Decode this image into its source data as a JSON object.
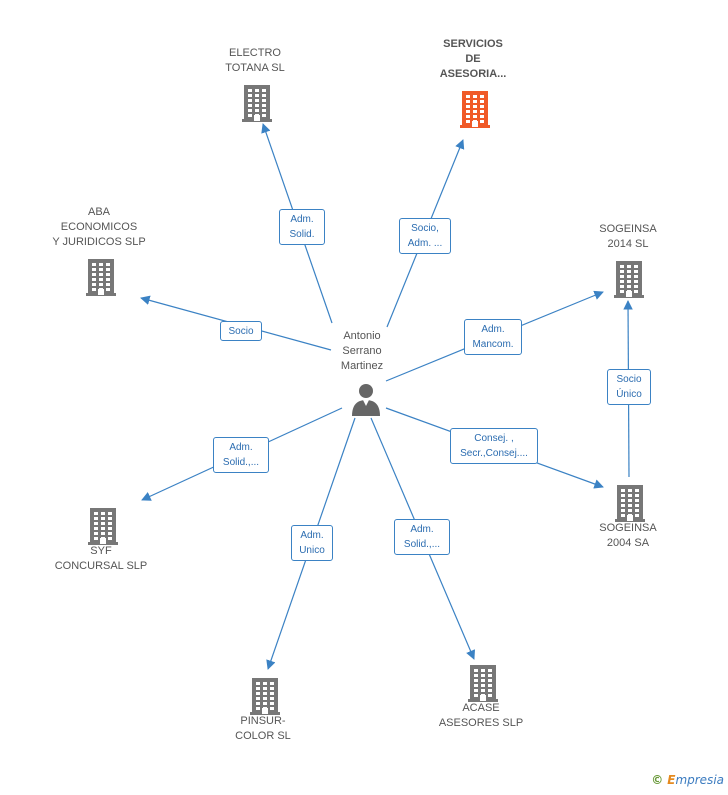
{
  "colors": {
    "edge": "#3b82c4",
    "building": "#777777",
    "building_accent": "#f05a28",
    "person": "#666666"
  },
  "center": {
    "label_lines": [
      "Antonio",
      "Serrano",
      "Martinez"
    ],
    "icon": "person-icon"
  },
  "nodes": [
    {
      "id": "electro",
      "label_lines": [
        "ELECTRO",
        "TOTANA SL"
      ],
      "icon": "building-icon",
      "accent": false
    },
    {
      "id": "servicios",
      "label_lines": [
        "SERVICIOS",
        "DE",
        "ASESORIA..."
      ],
      "icon": "building-icon",
      "accent": true
    },
    {
      "id": "aba",
      "label_lines": [
        "ABA",
        "ECONOMICOS",
        "Y JURIDICOS SLP"
      ],
      "icon": "building-icon",
      "accent": false
    },
    {
      "id": "sog2014",
      "label_lines": [
        "SOGEINSA",
        "2014  SL"
      ],
      "icon": "building-icon",
      "accent": false
    },
    {
      "id": "sog2004",
      "label_lines": [
        "SOGEINSA",
        "2004 SA"
      ],
      "icon": "building-icon",
      "accent": false
    },
    {
      "id": "syf",
      "label_lines": [
        "SYF",
        "CONCURSAL SLP"
      ],
      "icon": "building-icon",
      "accent": false
    },
    {
      "id": "pinsur",
      "label_lines": [
        "PINSUR-",
        "COLOR SL"
      ],
      "icon": "building-icon",
      "accent": false
    },
    {
      "id": "acase",
      "label_lines": [
        "ACASE",
        "ASESORES SLP"
      ],
      "icon": "building-icon",
      "accent": false
    }
  ],
  "edges": [
    {
      "from": "center",
      "to": "electro",
      "label_lines": [
        "Adm.",
        "Solid."
      ]
    },
    {
      "from": "center",
      "to": "servicios",
      "label_lines": [
        "Socio,",
        "Adm. ..."
      ]
    },
    {
      "from": "center",
      "to": "aba",
      "label_lines": [
        "Socio"
      ]
    },
    {
      "from": "center",
      "to": "sog2014",
      "label_lines": [
        "Adm.",
        "Mancom."
      ]
    },
    {
      "from": "center",
      "to": "sog2004",
      "label_lines": [
        "Consej. ,",
        "Secr.,Consej...."
      ]
    },
    {
      "from": "center",
      "to": "syf",
      "label_lines": [
        "Adm.",
        "Solid.,..."
      ]
    },
    {
      "from": "center",
      "to": "pinsur",
      "label_lines": [
        "Adm.",
        "Unico"
      ]
    },
    {
      "from": "center",
      "to": "acase",
      "label_lines": [
        "Adm.",
        "Solid.,..."
      ]
    },
    {
      "from": "sog2004",
      "to": "sog2014",
      "label_lines": [
        "Socio",
        "Único"
      ]
    }
  ],
  "watermark": {
    "symbol": "©",
    "brand_first": "E",
    "brand_rest": "mpresia"
  }
}
